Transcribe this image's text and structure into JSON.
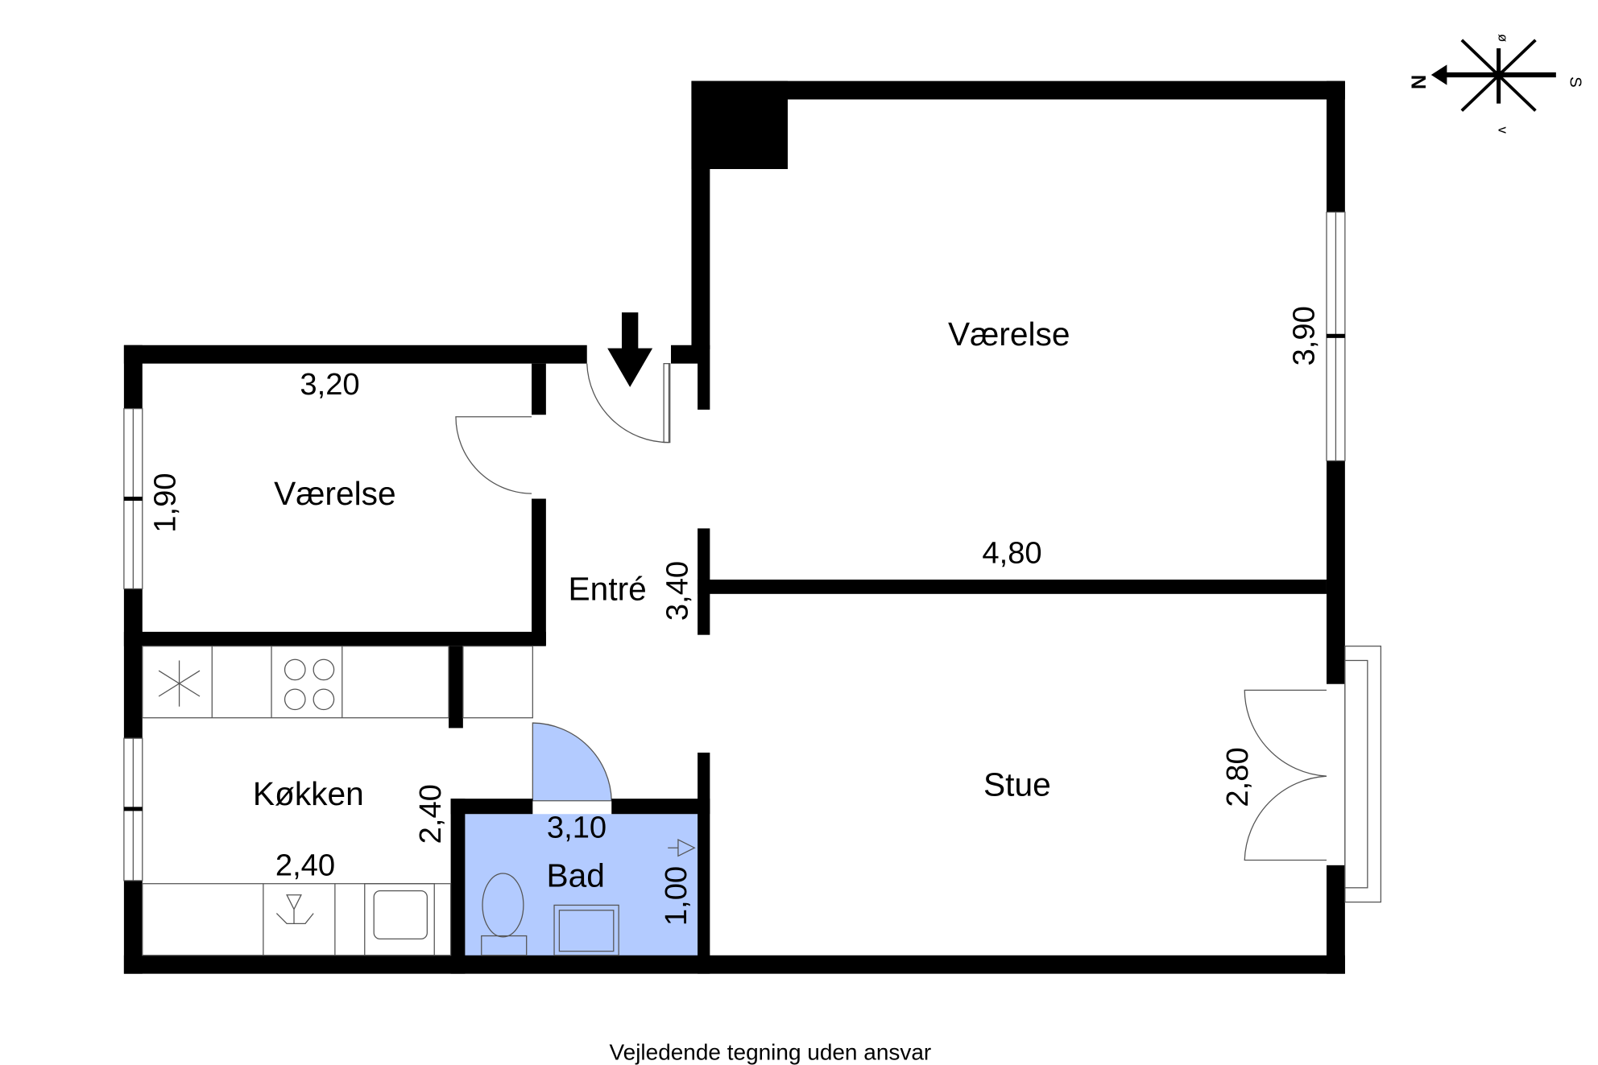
{
  "rooms": {
    "vaerelse_large": "Værelse",
    "vaerelse_small": "Værelse",
    "entre": "Entré",
    "koekken": "Køkken",
    "bad": "Bad",
    "stue": "Stue"
  },
  "dimensions": {
    "vaerelse_small_width": "3,20",
    "vaerelse_small_depth": "1,90",
    "vaerelse_large_depth": "3,90",
    "vaerelse_large_width": "4,80",
    "entre_length": "3,40",
    "koekken_width": "2,40",
    "koekken_depth": "2,40",
    "bad_width": "3,10",
    "bad_depth": "1,00",
    "stue_depth": "2,80"
  },
  "compass": {
    "north": "N",
    "south": "S",
    "east": "ø",
    "west": "v"
  },
  "colors": {
    "bathroom": "#b3cbff",
    "wall": "#000000"
  },
  "footer": "Vejledende tegning uden ansvar"
}
